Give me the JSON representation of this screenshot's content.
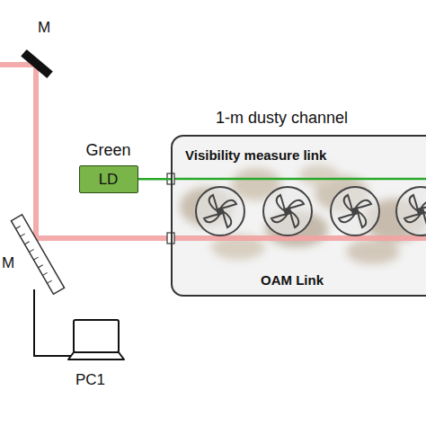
{
  "diagram": {
    "nodes": [
      {
        "text": [
          "Green",
          "LD"
        ]
      },
      {
        "text": [
          "1-m dusty channel",
          "Visibility measure link",
          "OAM Link"
        ]
      }
    ],
    "edges": [
      {
        "from": 0,
        "to": 1,
        "arrow": "none"
      }
    ],
    "labels": [
      "M",
      "M",
      "PC1"
    ]
  }
}
